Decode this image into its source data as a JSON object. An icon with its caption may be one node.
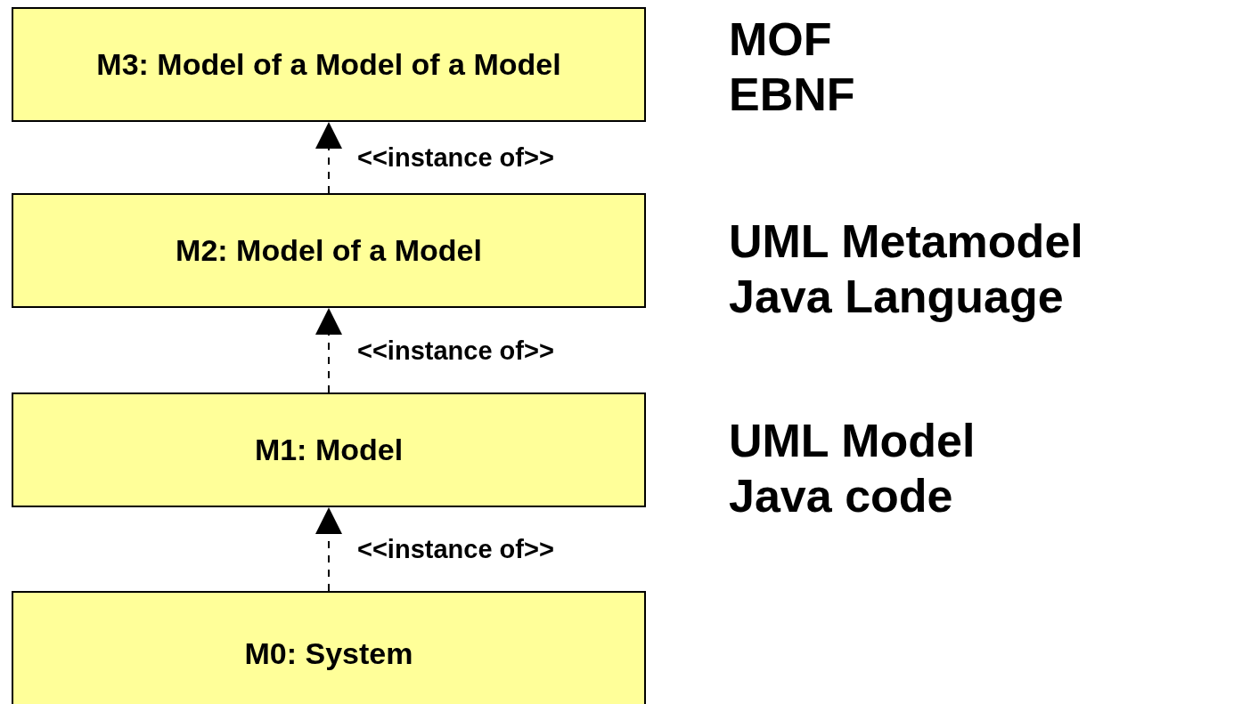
{
  "diagram": {
    "nodes": [
      {
        "text": [
          "M3: Model of a Model of a Model"
        ]
      },
      {
        "text": [
          "M2: Model of a Model"
        ]
      },
      {
        "text": [
          "M1: Model"
        ]
      },
      {
        "text": [
          "M0: System"
        ]
      }
    ],
    "edges": [
      {
        "from": 1,
        "to": 0,
        "arrow": "to",
        "style": "dashed",
        "label": "<<instance of>>"
      },
      {
        "from": 2,
        "to": 1,
        "arrow": "to",
        "style": "dashed",
        "label": "<<instance of>>"
      },
      {
        "from": 3,
        "to": 2,
        "arrow": "to",
        "style": "dashed",
        "label": "<<instance of>>"
      }
    ],
    "labels": [
      "MOF",
      "EBNF",
      "UML Metamodel",
      "Java Language",
      "UML Model",
      "Java code"
    ]
  }
}
